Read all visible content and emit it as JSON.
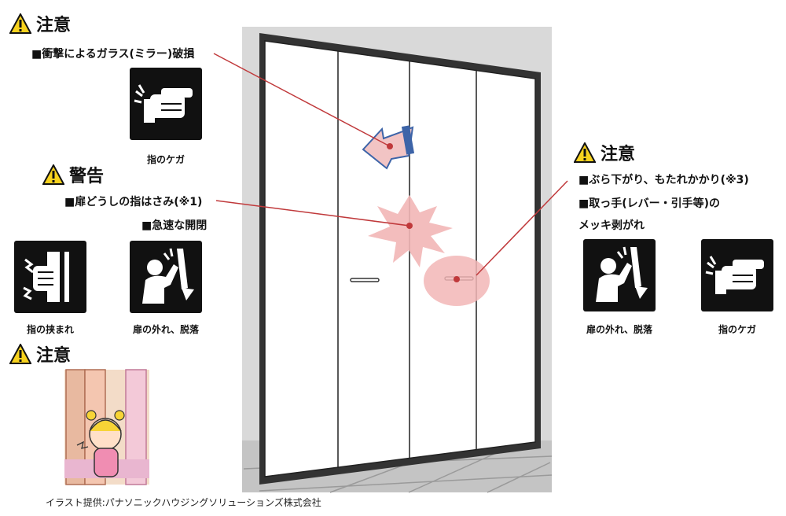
{
  "top_left": {
    "heading": "注意",
    "item": "■衝撃によるガラス(ミラー)破損",
    "pictogram_caption": "指のケガ"
  },
  "warning": {
    "heading": "警告",
    "item1": "■扉どうしの指はさみ(※1)",
    "item2": "■急速な開閉",
    "pictogram1_caption": "指の挟まれ",
    "pictogram2_caption": "扉の外れ、脱落"
  },
  "bottom_left": {
    "heading": "注意"
  },
  "right": {
    "heading": "注意",
    "item1": "■ぶら下がり、もたれかかり(※3)",
    "item2": "■取っ手(レバー・引手等)の",
    "item3": "メッキ剥がれ",
    "pictogram1_caption": "扉の外れ、脱落",
    "pictogram2_caption": "指のケガ"
  },
  "credit": "イラスト提供:パナソニックハウジングソリューションズ株式会社",
  "colors": {
    "leader_line": "#c0393b",
    "highlight": "#f2b6b6",
    "door": "#ffffff",
    "wall": "#d6d6d6",
    "floor": "#bdbdbd",
    "warning_yellow": "#f7d21e"
  }
}
